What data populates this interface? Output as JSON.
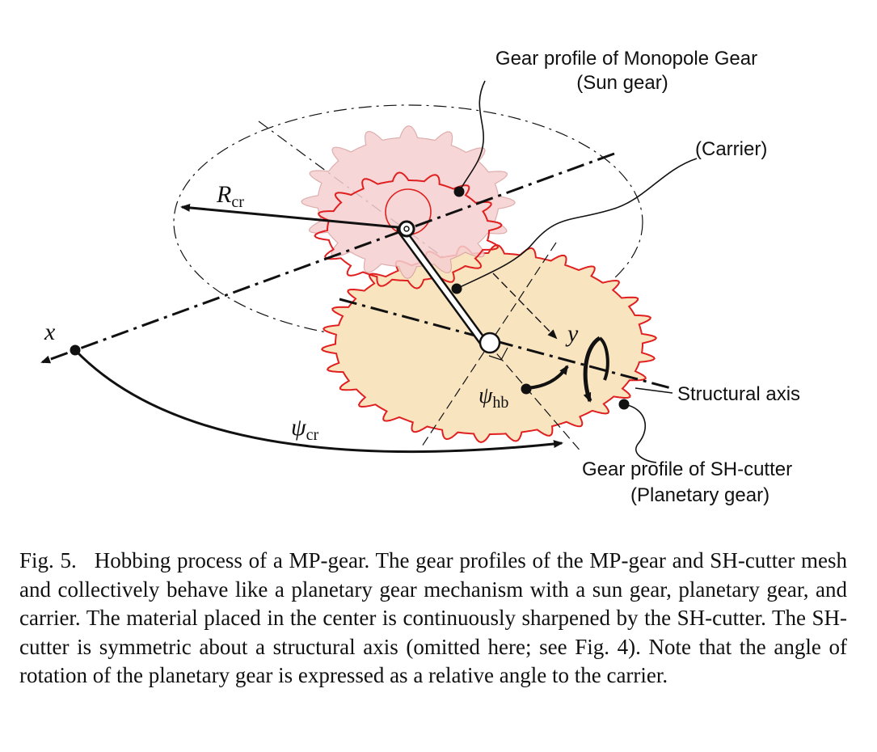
{
  "figure": {
    "labels": {
      "sun_gear_line1": "Gear profile of Monopole Gear",
      "sun_gear_line2": "(Sun gear)",
      "carrier": "(Carrier)",
      "structural_axis": "Structural axis",
      "planet_line1": "Gear profile of SH-cutter",
      "planet_line2": "(Planetary gear)"
    },
    "symbols": {
      "x": "x",
      "y": "y",
      "R": "R",
      "R_sub": "cr",
      "psi_cr": "ψ",
      "psi_cr_sub": "cr",
      "psi_hb": "ψ",
      "psi_hb_sub": "hb"
    },
    "colors": {
      "sun_fill": "#f5d0d0",
      "sun_outline": "#e02020",
      "planet_fill": "#f9e4c0",
      "planet_outline": "#e02020",
      "ink": "#111111"
    }
  },
  "caption": {
    "number": "Fig. 5.",
    "text": "Hobbing process of a MP-gear. The gear profiles of the MP-gear and SH-cutter mesh and collectively behave like a planetary gear mechanism with a sun gear, planetary gear, and carrier. The material placed in the center is continuously sharpened by the SH-cutter. The SH-cutter is symmetric about a structural axis (omitted here; see Fig. 4). Note that the angle of rotation of the planetary gear is expressed as a relative angle to the carrier."
  }
}
